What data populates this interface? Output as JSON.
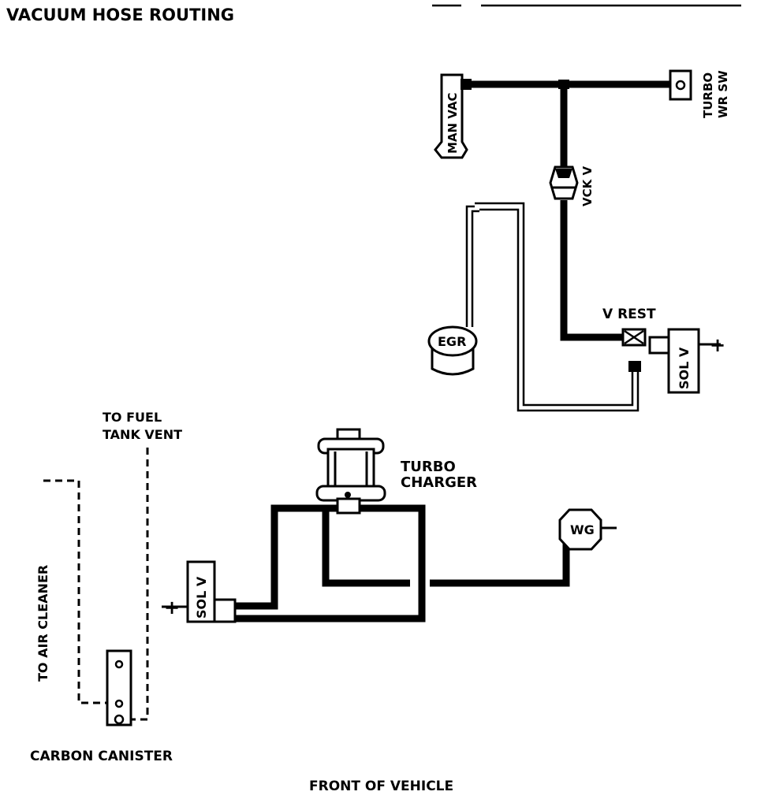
{
  "title": "VACUUM HOSE ROUTING",
  "labels": {
    "man_vac": "MAN VAC",
    "turbo_wr_sw_line1": "TURBO",
    "turbo_wr_sw_line2": "WR SW",
    "vck_v": "VCK V",
    "egr": "EGR",
    "v_rest": "V REST",
    "sol_v_upper": "SOL V",
    "turbo_charger_line1": "TURBO",
    "turbo_charger_line2": "CHARGER",
    "wg": "WG",
    "sol_v_lower": "SOL V",
    "to_fuel_tank_vent_line1": "TO FUEL",
    "to_fuel_tank_vent_line2": "TANK VENT",
    "to_air_cleaner": "TO AIR CLEANER",
    "carbon_canister": "CARBON CANISTER",
    "front_of_vehicle": "FRONT OF VEHICLE",
    "plus": "+"
  }
}
